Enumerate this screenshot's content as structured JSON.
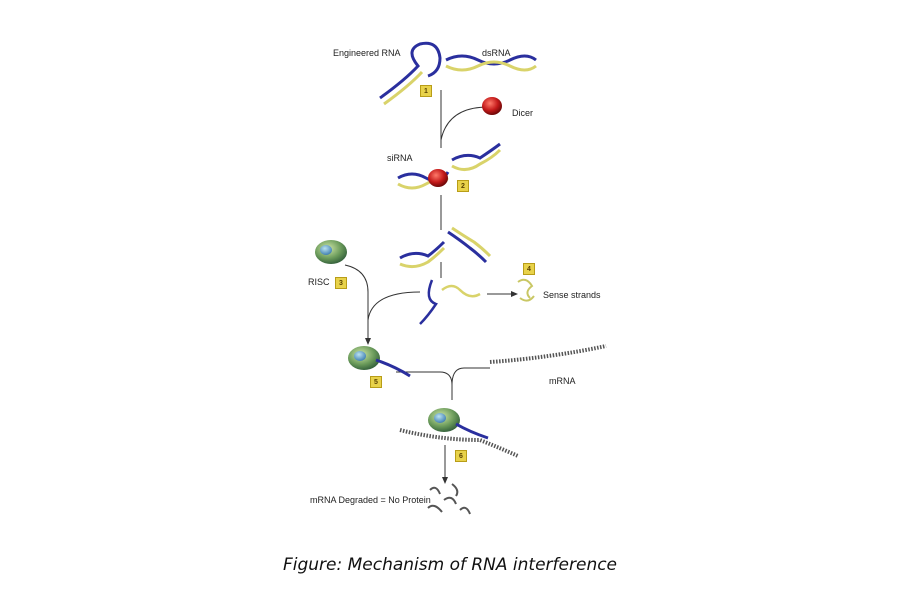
{
  "labels": {
    "engineered_rna": "Engineered RNA",
    "dsrna": "dsRNA",
    "dicer": "Dicer",
    "sirna": "siRNA",
    "risc": "RISC",
    "sense_strands": "Sense strands",
    "mrna": "mRNA",
    "degraded": "mRNA Degraded = No Protein"
  },
  "steps": [
    "1",
    "2",
    "3",
    "4",
    "5",
    "6"
  ],
  "caption": "Figure: Mechanism of RNA interference",
  "colors": {
    "dna_blue": "#2a2f9e",
    "dna_yellow": "#d9d36a",
    "dicer_red": "#c41a1a",
    "risc_green": "#6a9a5a",
    "badge_yellow": "#e8d24a"
  }
}
